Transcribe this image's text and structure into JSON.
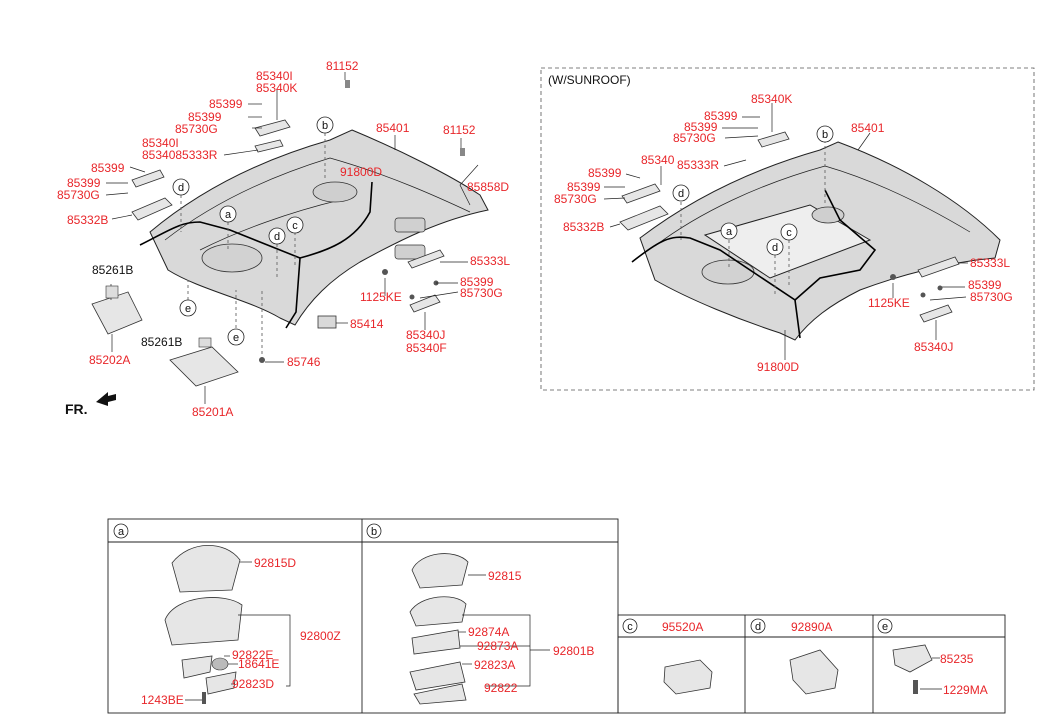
{
  "main": {
    "labels": {
      "l81152_top": "81152",
      "l85340I_1": "85340I",
      "l85340K_1": "85340K",
      "l85399_a": "85399",
      "l85399_b": "85399",
      "l85730G_a": "85730G",
      "l85340I_2": "85340I",
      "l85340_85333R": "8534085333R",
      "l85399_c": "85399",
      "l85399_d": "85399",
      "l85730G_b": "85730G",
      "l85332B": "85332B",
      "l85401": "85401",
      "l81152_right": "81152",
      "l91800D": "91800D",
      "l85858D": "85858D",
      "l85333L": "85333L",
      "l85399_e": "85399",
      "l1125KE": "1125KE",
      "l85730G_c": "85730G",
      "l85414": "85414",
      "l85340J": "85340J",
      "l85340F": "85340F",
      "l85746": "85746",
      "l85261B_a": "85261B",
      "l85202A": "85202A",
      "l85261B_b": "85261B",
      "l85201A": "85201A",
      "fr": "FR."
    },
    "callouts": {
      "a": "a",
      "b": "b",
      "c": "c",
      "d1": "d",
      "d2": "d",
      "e1": "e",
      "e2": "e"
    }
  },
  "sunroof": {
    "title": "(W/SUNROOF)",
    "labels": {
      "l85340K": "85340K",
      "l85399_a": "85399",
      "l85399_b": "85399",
      "l85730G_a": "85730G",
      "l85401": "85401",
      "l85340": "85340",
      "l85333R": "85333R",
      "l85399_c": "85399",
      "l85399_d": "85399",
      "l85730G_b": "85730G",
      "l85332B": "85332B",
      "l85333L": "85333L",
      "l85399_e": "85399",
      "l1125KE": "1125KE",
      "l85730G_c": "85730G",
      "l85340J": "85340J",
      "l91800D": "91800D"
    },
    "callouts": {
      "a": "a",
      "b": "b",
      "c": "c",
      "d1": "d",
      "d2": "d"
    }
  },
  "table": {
    "a": {
      "tag": "a",
      "parts": [
        "92815D",
        "92800Z",
        "92822E",
        "18641E",
        "92823D",
        "1243BE"
      ]
    },
    "b": {
      "tag": "b",
      "parts": [
        "92815",
        "92874A",
        "92873A",
        "92801B",
        "92823A",
        "92822"
      ]
    },
    "c": {
      "tag": "c",
      "part": "95520A"
    },
    "d": {
      "tag": "d",
      "part": "92890A"
    },
    "e": {
      "tag": "e",
      "parts": [
        "85235",
        "1229MA"
      ]
    }
  }
}
